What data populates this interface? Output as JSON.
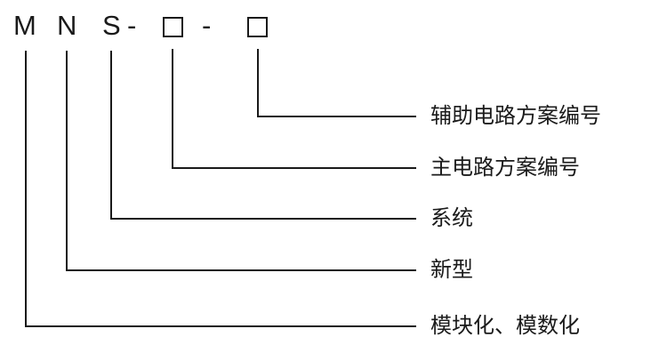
{
  "diagram": {
    "parts": [
      {
        "char": "M",
        "label": "模块化、模数化"
      },
      {
        "char": "N",
        "label": "新型"
      },
      {
        "char": "S",
        "label": "系统"
      },
      {
        "char": "□",
        "label": "主电路方案编号"
      },
      {
        "char": "□",
        "label": "辅助电路方案编号"
      }
    ],
    "separators": [
      "-",
      "-"
    ],
    "colors": {
      "line": "#1a1a1a",
      "text": "#1a1a1a",
      "background": "#ffffff"
    }
  }
}
